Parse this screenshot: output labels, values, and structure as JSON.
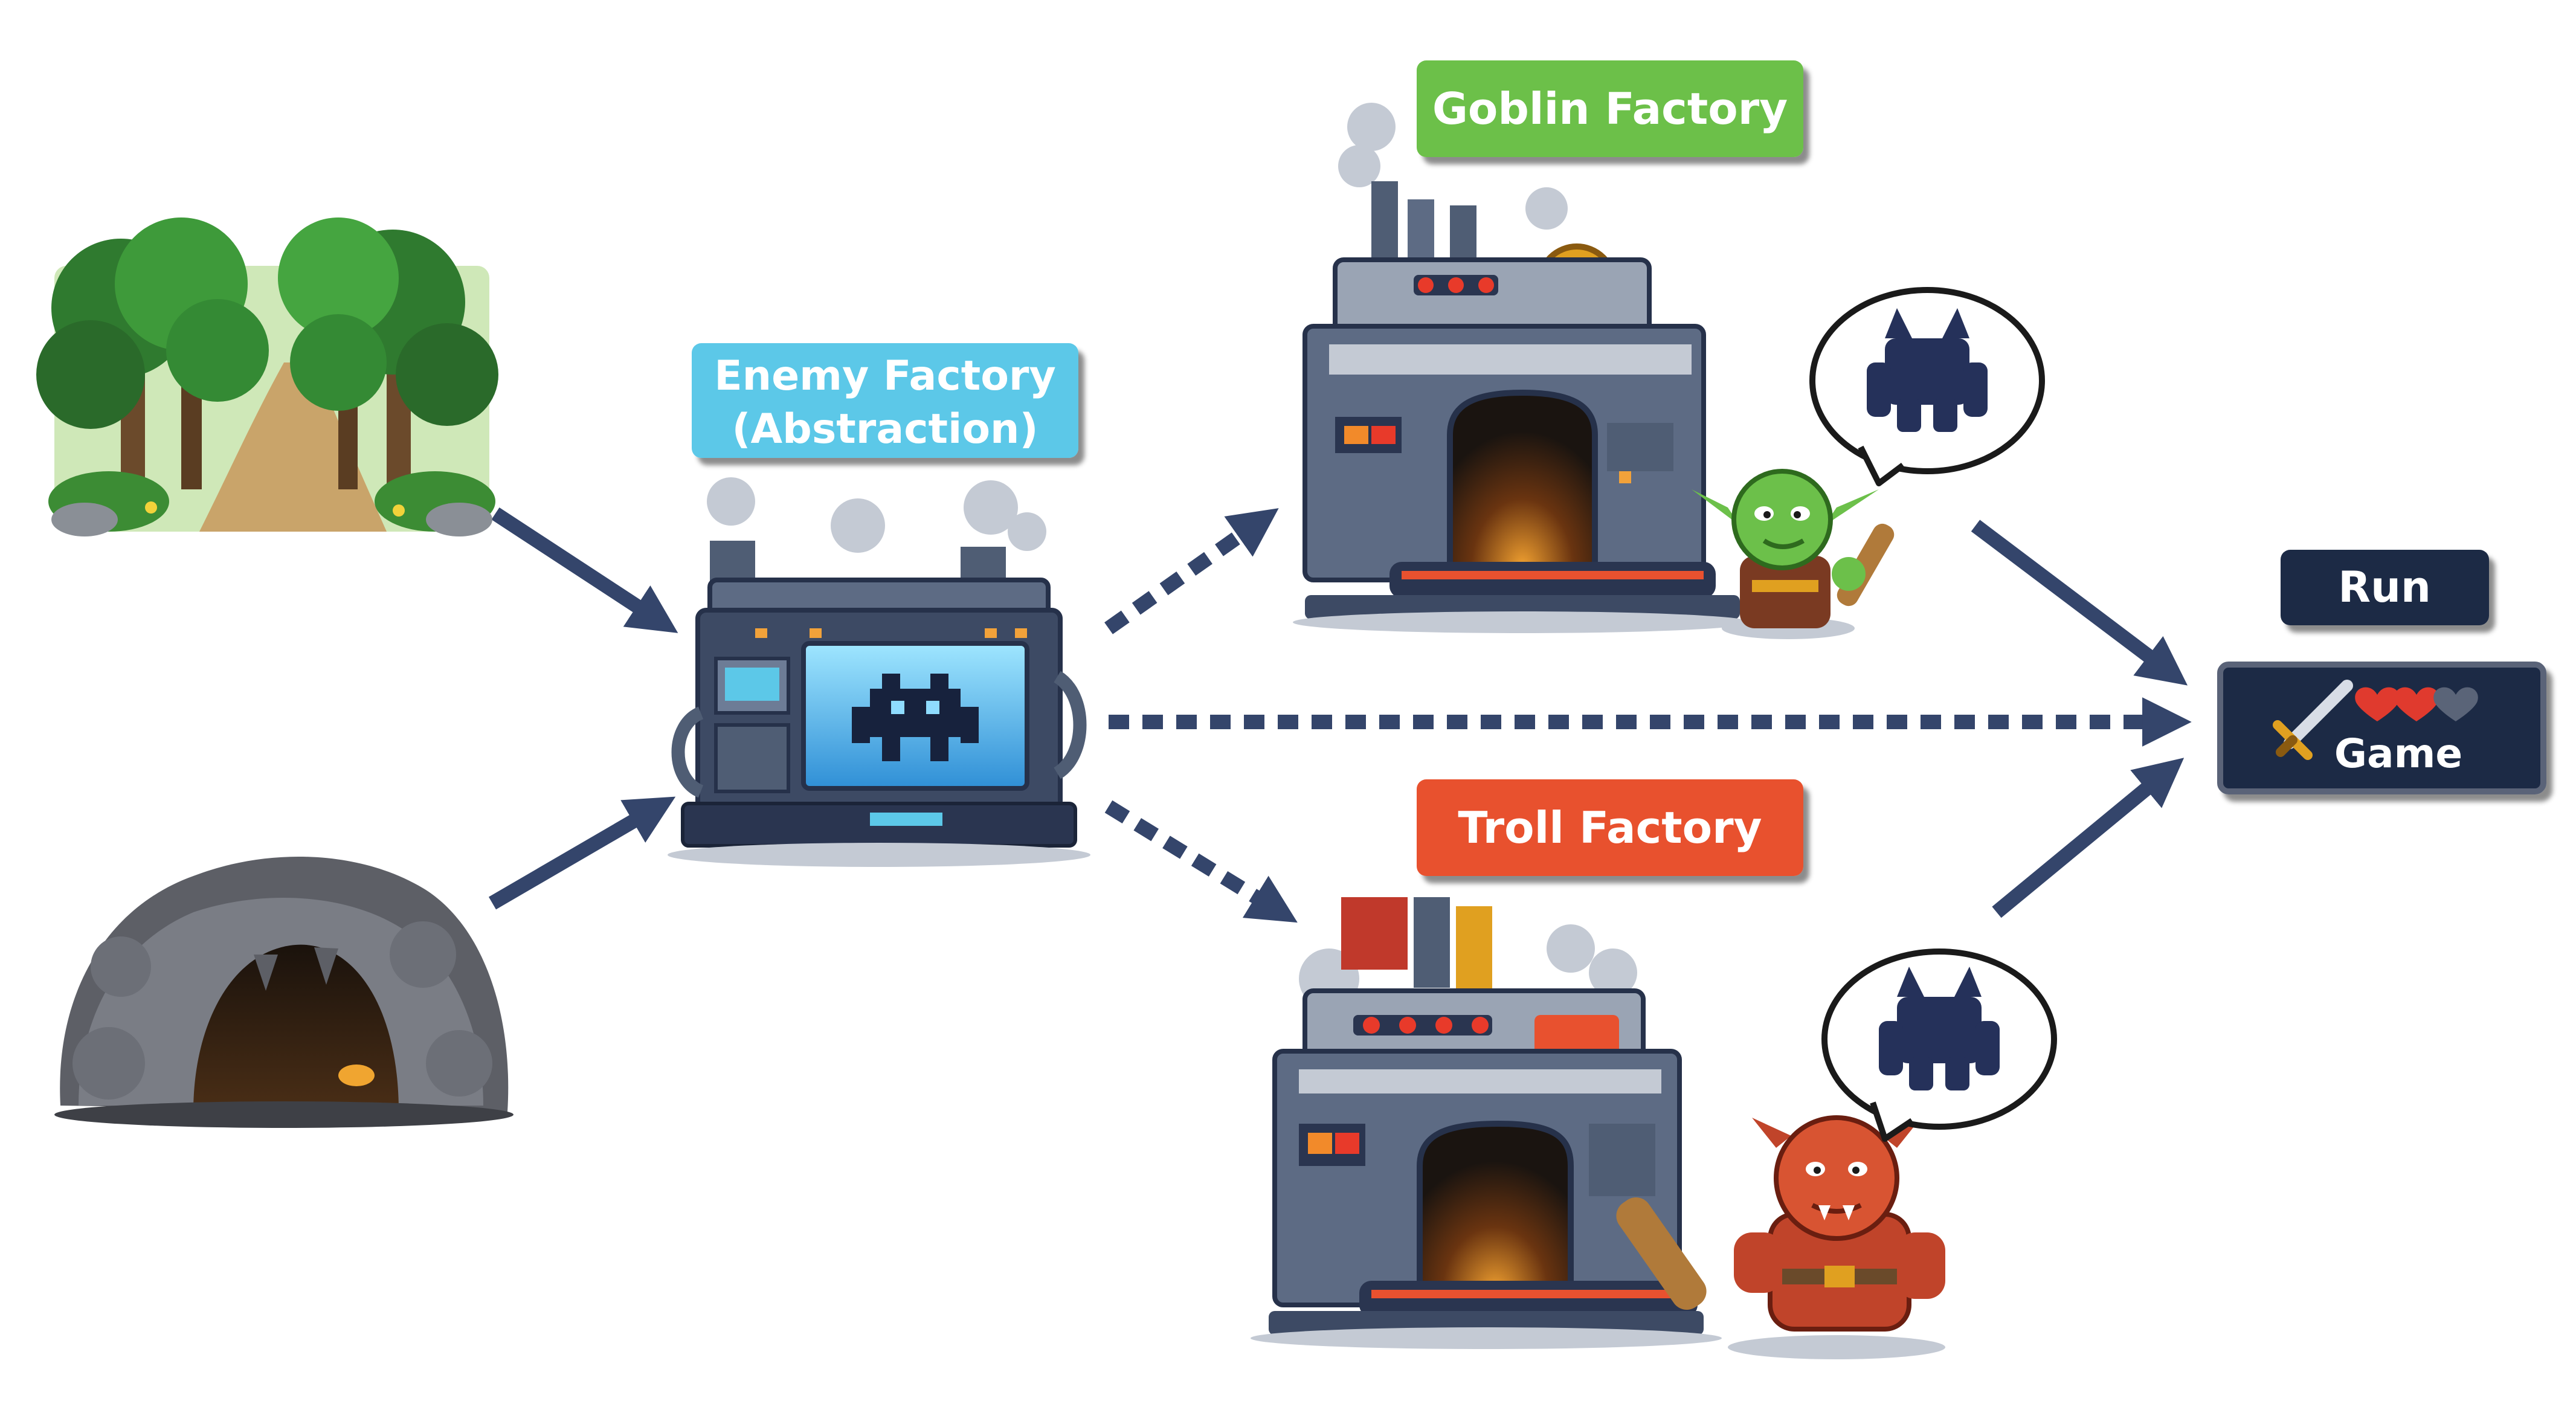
{
  "labels": {
    "enemy_factory_line1": "Enemy Factory",
    "enemy_factory_line2": "(Abstraction)",
    "goblin_factory": "Goblin Factory",
    "troll_factory": "Troll Factory",
    "run": "Run",
    "game": "Game"
  },
  "icons": {
    "forest": "forest-scene-icon",
    "cave": "cave-scene-icon",
    "enemy_factory": "enemy-factory-machine-icon",
    "goblin_factory": "goblin-factory-machine-icon",
    "troll_factory": "troll-factory-machine-icon",
    "goblin": "goblin-character-icon",
    "troll": "troll-character-icon",
    "enemy_speech": "enemy-silhouette-speech-bubble-icon",
    "game": "sword-and-hearts-icon"
  },
  "colors": {
    "arrow": "#34456b",
    "enemy_label": "#5cc8e8",
    "goblin_label": "#6cc04a",
    "troll_label": "#e8512f",
    "run_label": "#1e2a44",
    "game_panel": "#1e2a44",
    "heart_full": "#e03a2e",
    "heart_empty": "#5a6478"
  }
}
